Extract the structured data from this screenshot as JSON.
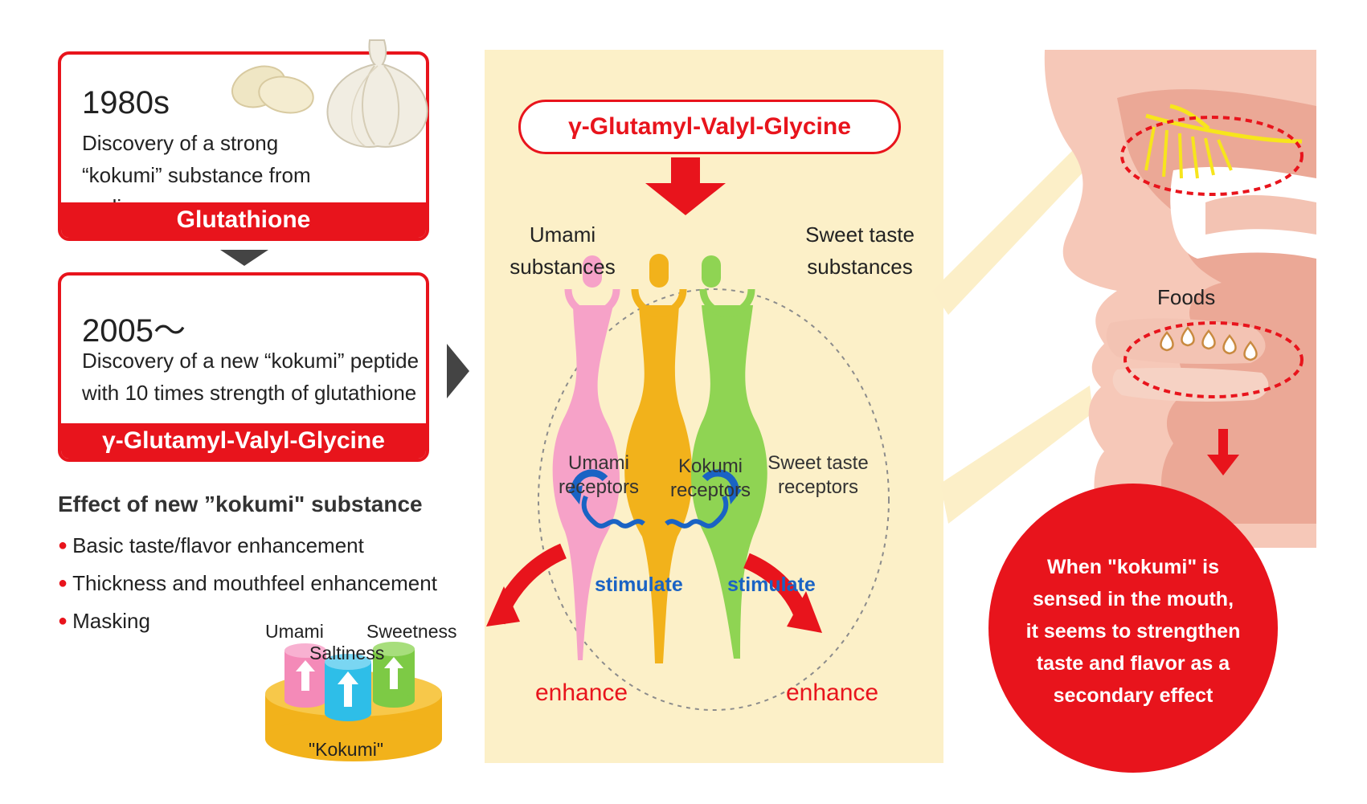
{
  "history": {
    "card1": {
      "year": "1980s",
      "line1": "Discovery of a strong",
      "line2": "“kokumi” substance from garlic",
      "band": "Glutathione"
    },
    "card2": {
      "year": "2005〜",
      "line1": "Discovery of a new “kokumi” peptide",
      "line2": "with 10 times strength of glutathione",
      "band": "γ-Glutamyl-Valyl-Glycine"
    }
  },
  "effects": {
    "title": "Effect of new ”kokumi\" substance",
    "items": [
      "Basic taste/flavor enhancement",
      "Thickness and mouthfeel enhancement",
      "Masking"
    ]
  },
  "taste_stack": {
    "umami": "Umami",
    "sweetness": "Sweetness",
    "saltiness": "Saltiness",
    "base": "\"Kokumi\""
  },
  "mechanism": {
    "compound": "γ-Glutamyl-Valyl-Glycine",
    "umami_substances": {
      "line1": "Umami",
      "line2": "substances"
    },
    "sweet_substances": {
      "line1": "Sweet taste",
      "line2": "substances"
    },
    "umami_receptors": {
      "line1": "Umami",
      "line2": "receptors"
    },
    "kokumi_receptors": {
      "line1": "Kokumi",
      "line2": "receptors"
    },
    "sweet_receptors": {
      "line1": "Sweet taste",
      "line2": "receptors"
    },
    "stimulate_left": "stimulate",
    "stimulate_right": "stimulate",
    "enhance_left": "enhance",
    "enhance_right": "enhance"
  },
  "mouth": {
    "foods": "Foods",
    "conclusion": [
      "When \"kokumi\" is",
      "sensed in the mouth,",
      "it seems to strengthen",
      "taste and  flavor as a",
      "secondary effect"
    ]
  },
  "colors": {
    "red": "#e8141c",
    "panel": "#fcf0c8",
    "umami": "#f6a2c8",
    "kokumi": "#f2b21b",
    "sweet": "#8fd453",
    "stimulate": "#1a63c4"
  }
}
